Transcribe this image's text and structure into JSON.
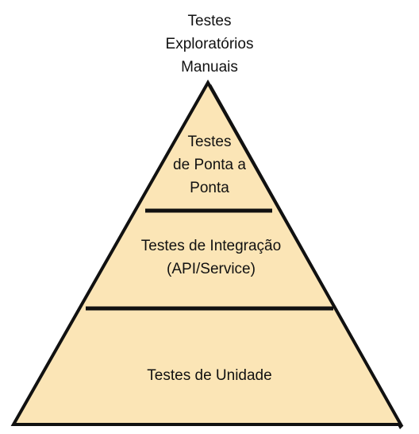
{
  "pyramid": {
    "fill_color": "#fbe5b6",
    "outline_color": "#111111",
    "apex_label": [
      "Testes",
      "Exploratórios",
      "Manuais"
    ],
    "layers": [
      {
        "lines": [
          "Testes",
          "de Ponta a",
          "Ponta"
        ]
      },
      {
        "lines": [
          "Testes de Integração",
          "(API/Service)"
        ]
      },
      {
        "lines": [
          "Testes de Unidade"
        ]
      }
    ]
  }
}
